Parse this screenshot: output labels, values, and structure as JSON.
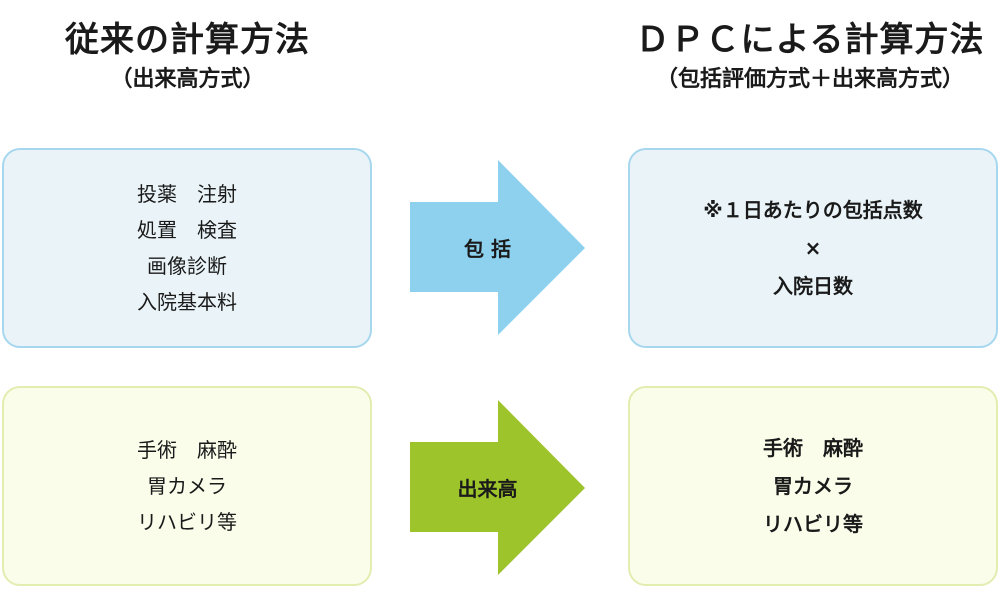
{
  "left_heading": {
    "title": "従来の計算方法",
    "subtitle": "（出来高方式）"
  },
  "right_heading": {
    "title": "ＤＰＣによる計算方法",
    "subtitle": "（包括評価方式＋出来高方式）"
  },
  "left_top_box": {
    "lines": [
      "投薬　注射",
      "処置　検査",
      "画像診断",
      "入院基本料"
    ]
  },
  "left_bottom_box": {
    "lines": [
      "手術　麻酔",
      "胃カメラ",
      "リハビリ等"
    ]
  },
  "arrows": {
    "top_label": "包 括",
    "bottom_label": "出来高"
  },
  "right_top_box": {
    "lines": [
      "※１日あたりの包括点数",
      "×",
      "入院日数"
    ]
  },
  "right_bottom_box": {
    "lines": [
      "手術　麻酔",
      "胃カメラ",
      "リハビリ等"
    ]
  },
  "colors": {
    "arrow_top": "#8dd1ef",
    "arrow_bottom": "#9ec42b",
    "blue_box_bg": "#eaf4f8",
    "blue_box_border": "#a6d7ee",
    "yellow_box_bg": "#fbfdeb",
    "yellow_box_border": "#e2edb0"
  }
}
